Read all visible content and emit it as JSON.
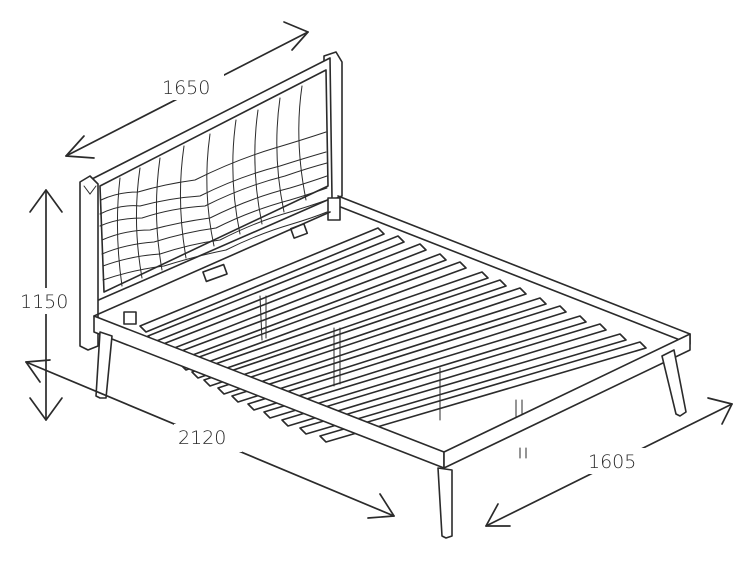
{
  "dimensions": {
    "headboard_width": "1650",
    "height": "1150",
    "length": "2120",
    "width": "1605"
  },
  "colors": {
    "line": "#2b2b2b",
    "background": "#ffffff"
  }
}
